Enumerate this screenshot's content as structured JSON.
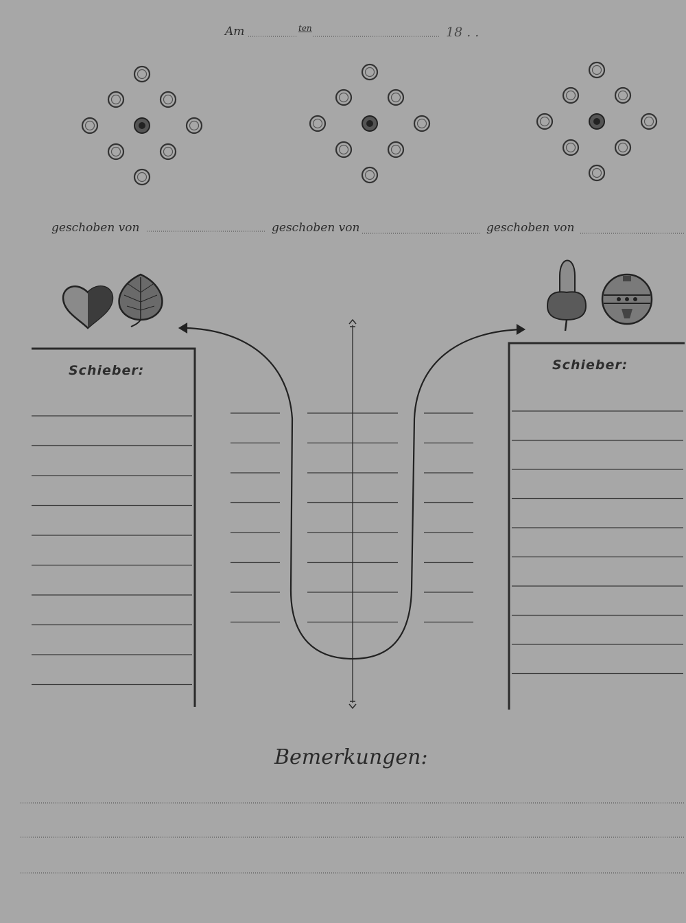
{
  "header": {
    "am_label": "Am",
    "ten_label": "ten",
    "year_prefix": "18 . ."
  },
  "boards": [
    {
      "pushed_by_label": "geschoben von"
    },
    {
      "pushed_by_label": "geschoben von"
    },
    {
      "pushed_by_label": "geschoben von"
    }
  ],
  "suits": {
    "left": [
      "heart-icon",
      "leaf-icon"
    ],
    "right": [
      "acorn-icon",
      "bell-icon"
    ]
  },
  "scorecard": {
    "left_title": "Schieber:",
    "right_title": "Schieber:",
    "remarks_label": "Bemerkungen:"
  },
  "colors": {
    "paper": "#a7a7a7",
    "ink": "#2a2a2a"
  }
}
